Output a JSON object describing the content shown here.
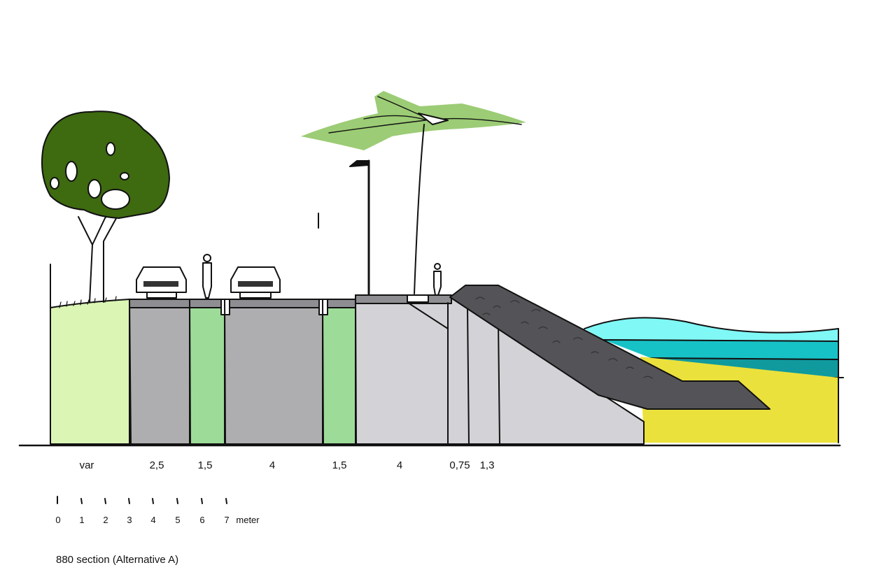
{
  "caption": "880 section (Alternative A)",
  "dimensions": [
    "var",
    "2,5",
    "1,5",
    "4",
    "1,5",
    "4",
    "0,75",
    "1,3"
  ],
  "scale": {
    "ticks": [
      "0",
      "1",
      "2",
      "3",
      "4",
      "5",
      "6",
      "7"
    ],
    "unit": "meter"
  },
  "colors": {
    "grass": "#dbf5b4",
    "asphalt": "#aeaeb0",
    "green_strip": "#9ddc98",
    "walkway": "#d3d3d7",
    "breakwater": "#545458",
    "sand": "#ebe13c",
    "water_light": "#7ff8f6",
    "water_mid": "#17c2c6",
    "water_dark": "#109a9e",
    "tree_canopy": "#3e6a10",
    "palm_leaves": "#9ccc75",
    "outline": "#111111"
  }
}
